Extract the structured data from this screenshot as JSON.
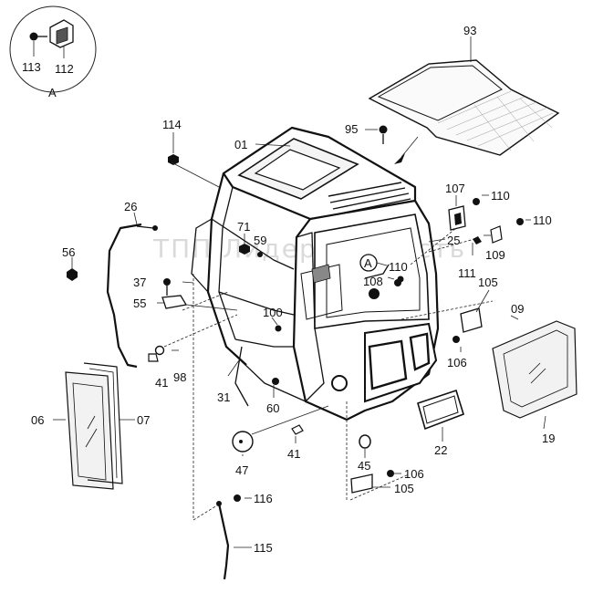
{
  "watermark": "ТПП Лидер-Запчасть",
  "detail": {
    "labels": [
      {
        "id": "lbl-113",
        "text": "113"
      },
      {
        "id": "lbl-112",
        "text": "112"
      },
      {
        "id": "lbl-detail-A",
        "text": "A"
      }
    ]
  },
  "parts": [
    {
      "id": "lbl-93",
      "text": "93"
    },
    {
      "id": "lbl-95",
      "text": "95"
    },
    {
      "id": "lbl-114",
      "text": "114"
    },
    {
      "id": "lbl-01",
      "text": "01"
    },
    {
      "id": "lbl-26",
      "text": "26"
    },
    {
      "id": "lbl-56",
      "text": "56"
    },
    {
      "id": "lbl-71",
      "text": "71"
    },
    {
      "id": "lbl-59",
      "text": "59"
    },
    {
      "id": "lbl-37",
      "text": "37"
    },
    {
      "id": "lbl-55",
      "text": "55"
    },
    {
      "id": "lbl-100",
      "text": "100"
    },
    {
      "id": "lbl-41a",
      "text": "41"
    },
    {
      "id": "lbl-98",
      "text": "98"
    },
    {
      "id": "lbl-31",
      "text": "31"
    },
    {
      "id": "lbl-60",
      "text": "60"
    },
    {
      "id": "lbl-06",
      "text": "06"
    },
    {
      "id": "lbl-07",
      "text": "07"
    },
    {
      "id": "lbl-47",
      "text": "47"
    },
    {
      "id": "lbl-41b",
      "text": "41"
    },
    {
      "id": "lbl-45",
      "text": "45"
    },
    {
      "id": "lbl-116",
      "text": "116"
    },
    {
      "id": "lbl-115",
      "text": "115"
    },
    {
      "id": "lbl-107",
      "text": "107"
    },
    {
      "id": "lbl-110a",
      "text": "110"
    },
    {
      "id": "lbl-110b",
      "text": "110"
    },
    {
      "id": "lbl-25",
      "text": "25"
    },
    {
      "id": "lbl-109",
      "text": "109"
    },
    {
      "id": "lbl-111",
      "text": "111"
    },
    {
      "id": "lbl-A",
      "text": "A"
    },
    {
      "id": "lbl-108",
      "text": "108"
    },
    {
      "id": "lbl-110c",
      "text": "110"
    },
    {
      "id": "lbl-105a",
      "text": "105"
    },
    {
      "id": "lbl-09",
      "text": "09"
    },
    {
      "id": "lbl-106a",
      "text": "106"
    },
    {
      "id": "lbl-19",
      "text": "19"
    },
    {
      "id": "lbl-22",
      "text": "22"
    },
    {
      "id": "lbl-106b",
      "text": "106"
    },
    {
      "id": "lbl-105b",
      "text": "105"
    }
  ]
}
